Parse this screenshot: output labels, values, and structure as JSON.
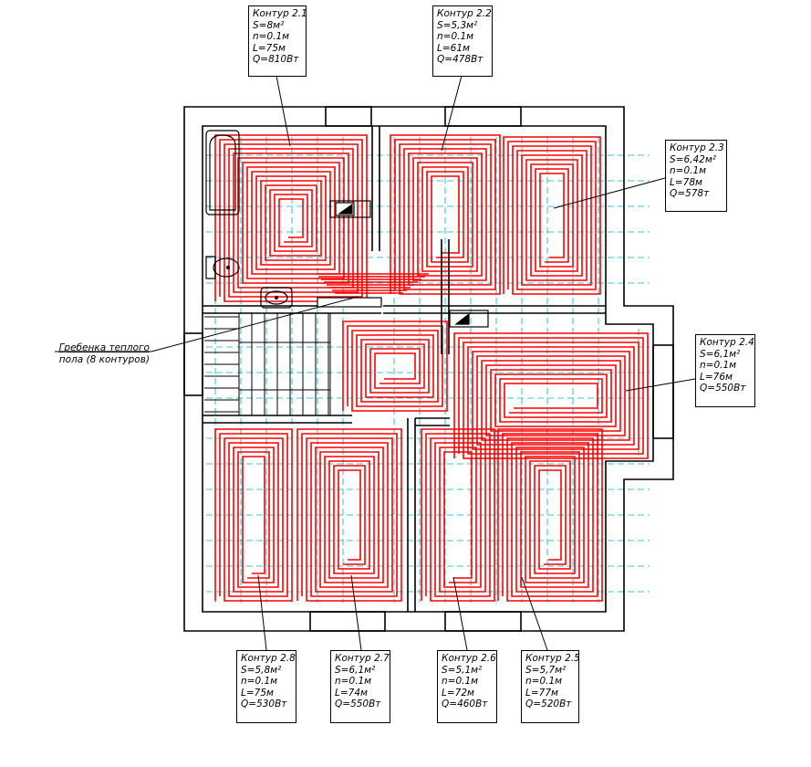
{
  "colors": {
    "pipe": "#ff0000",
    "wall": "#000000",
    "grid": "#00b4c8",
    "stairs": "#000000"
  },
  "manifold": {
    "line1": "Гребенка теплого",
    "line2": "пола (8 контуров)"
  },
  "loops": [
    {
      "id": "2.1",
      "title": "Контур 2.1",
      "area": "S=8м²",
      "step": "n=0.1м",
      "length": "L=75м",
      "power": "Q=810Вт"
    },
    {
      "id": "2.2",
      "title": "Контур 2.2",
      "area": "S=5,3м²",
      "step": "n=0.1м",
      "length": "L=61м",
      "power": "Q=478Вт"
    },
    {
      "id": "2.3",
      "title": "Контур 2.3",
      "area": "S=6,42м²",
      "step": "n=0.1м",
      "length": "L=78м",
      "power": "Q=578т"
    },
    {
      "id": "2.4",
      "title": "Контур 2.4",
      "area": "S=6,1м²",
      "step": "n=0.1м",
      "length": "L=76м",
      "power": "Q=550Вт"
    },
    {
      "id": "2.5",
      "title": "Контур 2.5",
      "area": "S=5,7м²",
      "step": "n=0.1м",
      "length": "L=77м",
      "power": "Q=520Вт"
    },
    {
      "id": "2.6",
      "title": "Контур 2.6",
      "area": "S=5,1м²",
      "step": "n=0.1м",
      "length": "L=72м",
      "power": "Q=460Вт"
    },
    {
      "id": "2.7",
      "title": "Контур 2.7",
      "area": "S=6,1м²",
      "step": "n=0.1м",
      "length": "L=74м",
      "power": "Q=550Вт"
    },
    {
      "id": "2.8",
      "title": "Контур 2.8",
      "area": "S=5,8м²",
      "step": "n=0.1м",
      "length": "L=75м",
      "power": "Q=530Вт"
    }
  ]
}
